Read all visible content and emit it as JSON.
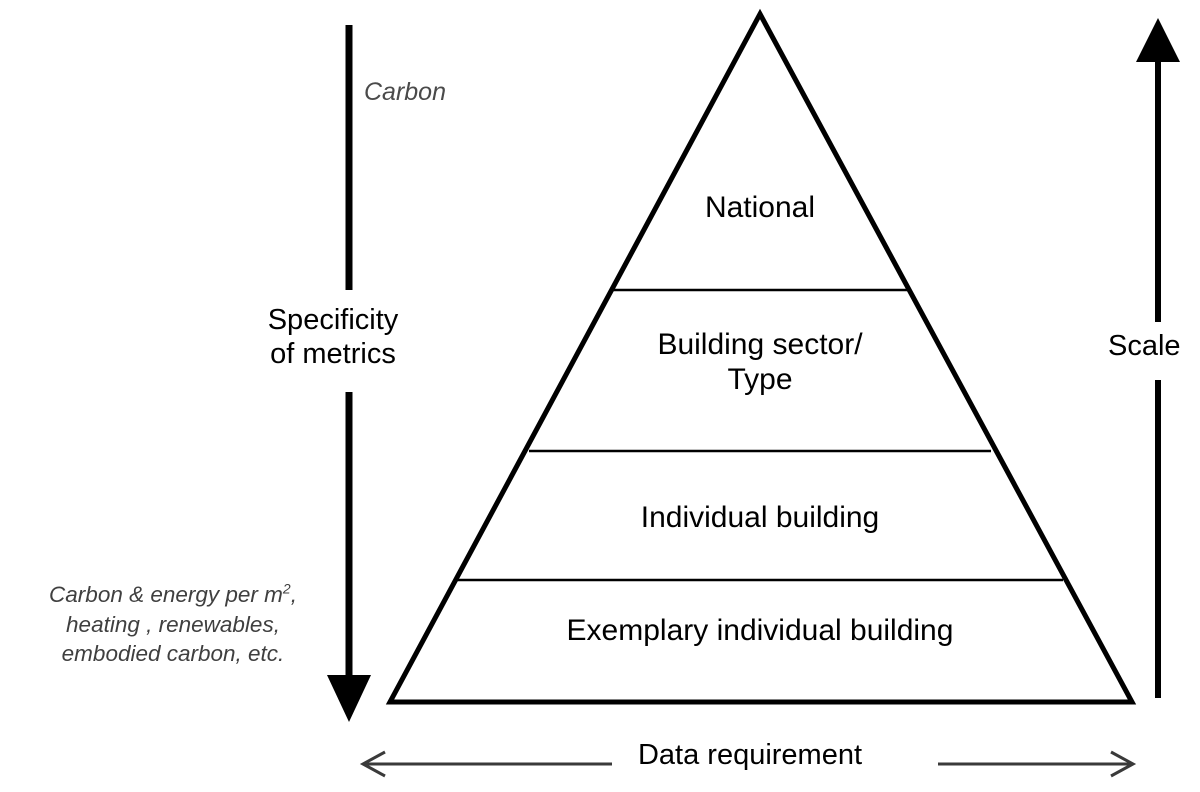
{
  "diagram": {
    "type": "pyramid-hierarchy",
    "title": "",
    "pyramid": {
      "name": "building-carbon-metrics-pyramid",
      "tiers": [
        {
          "id": "national",
          "label": "National",
          "level": 1,
          "position": "top"
        },
        {
          "id": "sector",
          "label": "Building sector/\nType",
          "level": 2,
          "position": "upper-middle"
        },
        {
          "id": "individual",
          "label": "Individual building",
          "level": 3,
          "position": "lower-middle"
        },
        {
          "id": "exemplary",
          "label": "Exemplary individual building",
          "level": 4,
          "position": "bottom"
        }
      ]
    },
    "axes": {
      "left": {
        "name": "specificity-axis",
        "label": "Specificity\nof metrics",
        "direction": "down",
        "arrowhead": "filled-down",
        "top_annotation": "Carbon",
        "bottom_annotation": "Carbon & energy per m2,\nheating , renewables,\nembodied carbon, etc.",
        "bottom_annotation_lines": [
          "Carbon & energy per m",
          "heating , renewables,",
          "embodied carbon, etc."
        ],
        "bottom_annotation_superscript": "2",
        "bottom_annotation_suffix": ","
      },
      "right": {
        "name": "scale-axis",
        "label": "Scale",
        "direction": "up",
        "arrowhead": "filled-up"
      },
      "bottom": {
        "name": "data-requirement-axis",
        "label": "Data requirement",
        "direction": "both",
        "arrowhead": "open-double"
      }
    },
    "colors": {
      "stroke": "#000000",
      "background": "#ffffff",
      "annotation_text": "#3f3f3f",
      "label_text": "#000000"
    }
  }
}
